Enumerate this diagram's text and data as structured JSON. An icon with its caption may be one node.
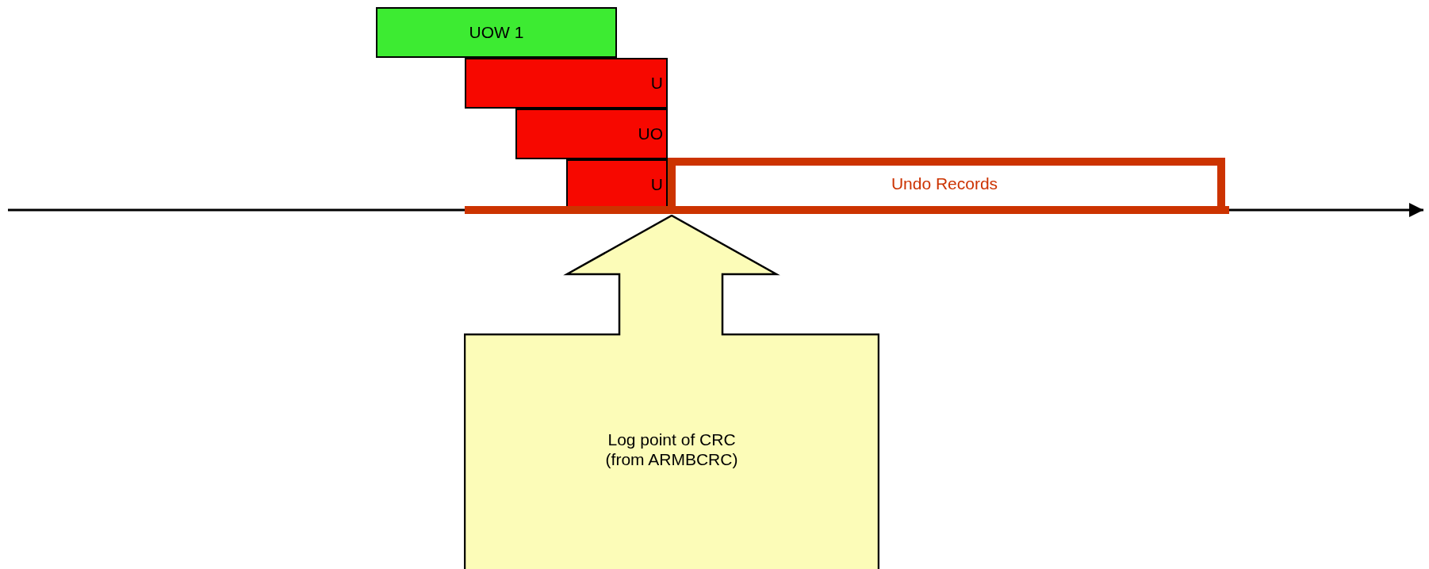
{
  "diagram": {
    "nodes": [
      {
        "text": [
          "UOW 1"
        ]
      },
      {
        "text": [
          "U"
        ]
      },
      {
        "text": [
          "UO"
        ]
      },
      {
        "text": [
          "U"
        ]
      },
      {
        "text": [
          "Undo Records"
        ]
      },
      {
        "text": [
          "Log point of CRC (from ARMBCRC)"
        ]
      }
    ]
  }
}
